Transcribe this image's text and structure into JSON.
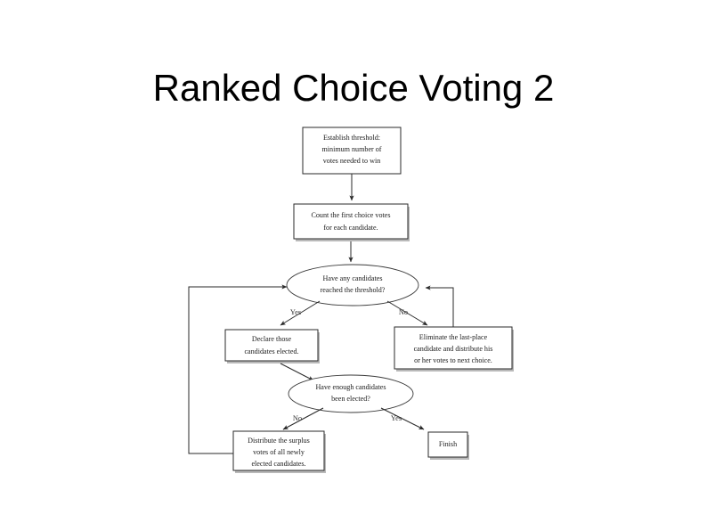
{
  "slide": {
    "title": "Ranked Choice Voting 2",
    "background_color": "#ffffff",
    "text_color": "#000000"
  },
  "flowchart": {
    "type": "flowchart",
    "description": "Ranked choice voting tabulation process",
    "nodes": [
      {
        "id": "establish-threshold",
        "shape": "box",
        "lines": [
          "Establish threshold:",
          "minimum number of",
          "votes needed to win"
        ]
      },
      {
        "id": "count-first-choice",
        "shape": "box",
        "lines": [
          "Count the first choice votes",
          "for each candidate."
        ]
      },
      {
        "id": "any-reached-threshold",
        "shape": "ellipse",
        "lines": [
          "Have any candidates",
          "reached the threshold?"
        ]
      },
      {
        "id": "declare-elected",
        "shape": "box",
        "lines": [
          "Declare those",
          "candidates elected."
        ]
      },
      {
        "id": "eliminate-last-place",
        "shape": "box",
        "lines": [
          "Eliminate the last-place",
          "candidate and distribute his",
          "or her votes to next choice."
        ]
      },
      {
        "id": "enough-elected",
        "shape": "ellipse",
        "lines": [
          "Have enough candidates",
          "been elected?"
        ]
      },
      {
        "id": "distribute-surplus",
        "shape": "box",
        "lines": [
          "Distribute the surplus",
          "votes of all newly",
          "elected candidates."
        ]
      },
      {
        "id": "finish",
        "shape": "box",
        "lines": [
          "Finish"
        ]
      }
    ],
    "edge_labels": {
      "threshold_yes": "Yes",
      "threshold_no": "No",
      "enough_no": "No",
      "enough_yes": "Yes"
    }
  }
}
